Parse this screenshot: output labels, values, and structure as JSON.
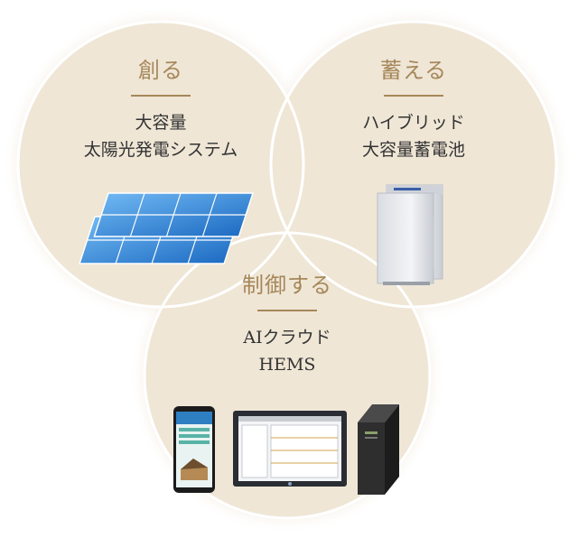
{
  "create": {
    "heading": "創る",
    "lines": [
      "大容量",
      "太陽光発電システム"
    ]
  },
  "store": {
    "heading": "蓄える",
    "lines": [
      "ハイブリッド",
      "大容量蓄電池"
    ]
  },
  "control": {
    "heading": "制御する",
    "lines": [
      "AIクラウド",
      "HEMS"
    ]
  },
  "colors": {
    "circle_fill": "#efe6d6",
    "circle_stroke": "#ffffff",
    "accent": "#a6875a",
    "solar_blue": "#2f7fd1",
    "battery": "#e9ebee",
    "server": "#2a2a2a"
  }
}
